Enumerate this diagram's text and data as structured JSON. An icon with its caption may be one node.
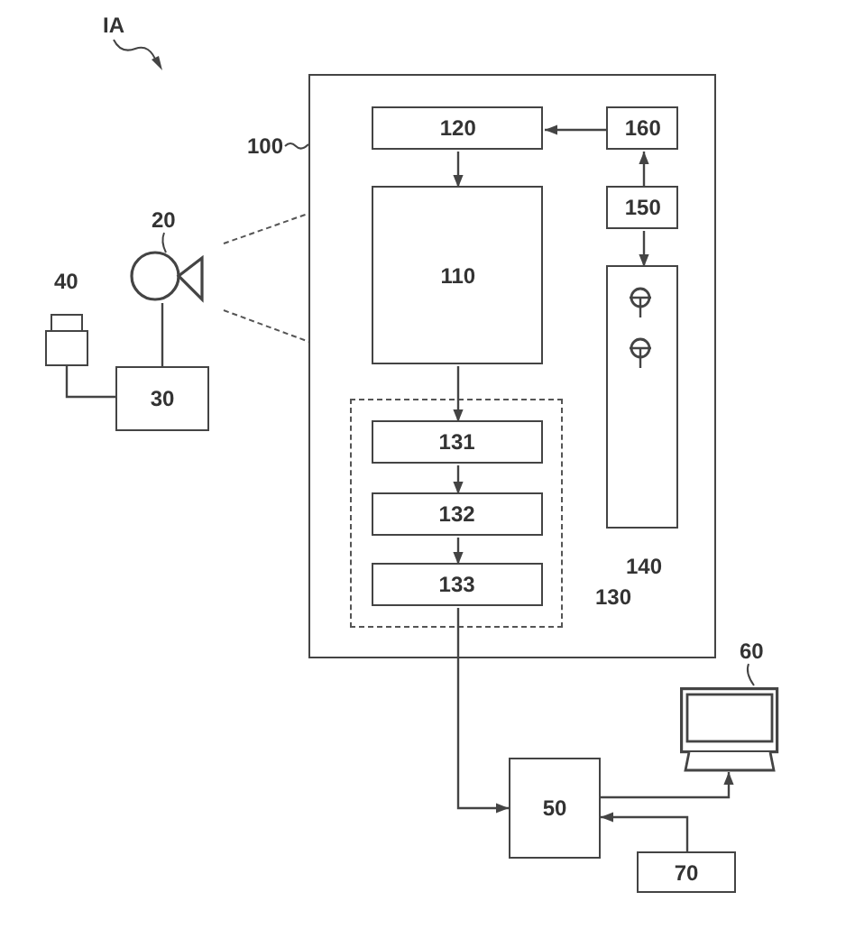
{
  "diagram": {
    "nodes": [
      {
        "text": [],
        "shape": "box",
        "beside": [
          "100"
        ]
      },
      {
        "text": [
          "120"
        ],
        "in": 0
      },
      {
        "text": [
          "160"
        ],
        "in": 0
      },
      {
        "text": [
          "110"
        ],
        "in": 0
      },
      {
        "text": [
          "150"
        ],
        "in": 0
      },
      {
        "text": [],
        "shape": "box",
        "in": 0,
        "beside": [
          "140"
        ]
      },
      {
        "text": [],
        "shape": "box",
        "in": 0,
        "beside": [
          "130"
        ]
      },
      {
        "text": [
          "131"
        ],
        "in": 6
      },
      {
        "text": [
          "132"
        ],
        "in": 6
      },
      {
        "text": [
          "133"
        ],
        "in": 6
      },
      {
        "text": [],
        "shape": "camera",
        "beside": [
          "20"
        ]
      },
      {
        "text": [],
        "shape": "box",
        "beside": [
          "40"
        ]
      },
      {
        "text": [
          "30"
        ]
      },
      {
        "text": [
          "50"
        ]
      },
      {
        "text": [],
        "shape": "monitor",
        "beside": [
          "60"
        ]
      },
      {
        "text": [
          "70"
        ]
      }
    ],
    "edges": [
      {
        "from": 2,
        "to": 1,
        "arrow": "to"
      },
      {
        "from": 1,
        "to": 3,
        "arrow": "to"
      },
      {
        "from": 4,
        "to": 2,
        "arrow": "to"
      },
      {
        "from": 4,
        "to": 5,
        "arrow": "to"
      },
      {
        "from": 3,
        "to": 7,
        "arrow": "to"
      },
      {
        "from": 7,
        "to": 8,
        "arrow": "to"
      },
      {
        "from": 8,
        "to": 9,
        "arrow": "to"
      },
      {
        "from": 9,
        "to": 13,
        "arrow": "to"
      },
      {
        "from": 13,
        "to": 14,
        "arrow": "to"
      },
      {
        "from": 15,
        "to": 13,
        "arrow": "to"
      },
      {
        "from": 10,
        "to": 12,
        "arrow": "none"
      },
      {
        "from": 11,
        "to": 12,
        "arrow": "none"
      }
    ],
    "labels": [
      "IA"
    ]
  }
}
